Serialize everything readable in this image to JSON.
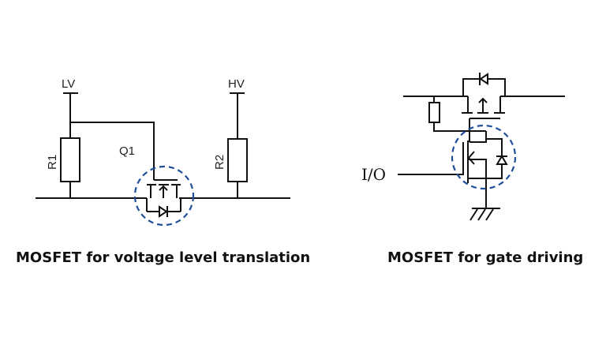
{
  "left_circuit": {
    "labels": {
      "lv": "LV",
      "hv": "HV",
      "r1": "R1",
      "r2": "R2",
      "q1": "Q1"
    },
    "caption": "MOSFET for voltage level translation"
  },
  "right_circuit": {
    "labels": {
      "io": "I/O"
    },
    "caption": "MOSFET for gate driving"
  },
  "colors": {
    "wire": "#111111",
    "highlight": "#1f4e9a"
  }
}
